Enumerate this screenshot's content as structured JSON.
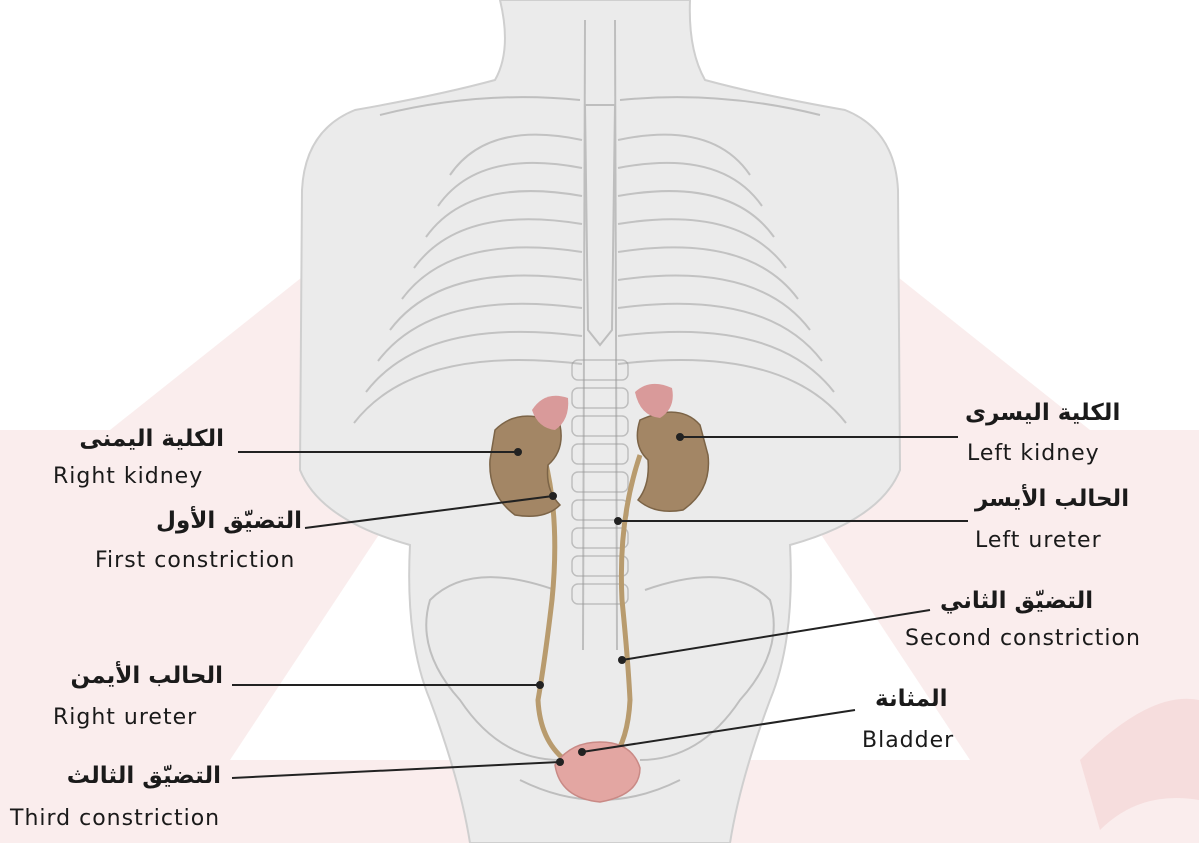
{
  "title": "",
  "colors": {
    "background": "#ffffff",
    "watermark": "#f4d6d6",
    "body": "#eaeaea",
    "skeleton": "#8f8f8f",
    "kidney": "#a38665",
    "adrenal": "#d99a9a",
    "ureter": "#b89b6e",
    "bladder": "#e3a6a2",
    "leader_line": "#222222"
  },
  "labels": {
    "right_kidney": {
      "ar": "الكلية اليمنى",
      "en": "Right kidney"
    },
    "first_constriction": {
      "ar": "التضيّق الأول",
      "en": "First constriction"
    },
    "right_ureter": {
      "ar": "الحالب الأيمن",
      "en": "Right ureter"
    },
    "third_constriction": {
      "ar": "التضيّق الثالث",
      "en": "Third constriction"
    },
    "left_kidney": {
      "ar": "الكلية اليسرى",
      "en": "Left kidney"
    },
    "left_ureter": {
      "ar": "الحالب الأيسر",
      "en": "Left ureter"
    },
    "second_constriction": {
      "ar": "التضيّق الثاني",
      "en": "Second constriction"
    },
    "bladder": {
      "ar": "المثانة",
      "en": "Bladder"
    }
  }
}
